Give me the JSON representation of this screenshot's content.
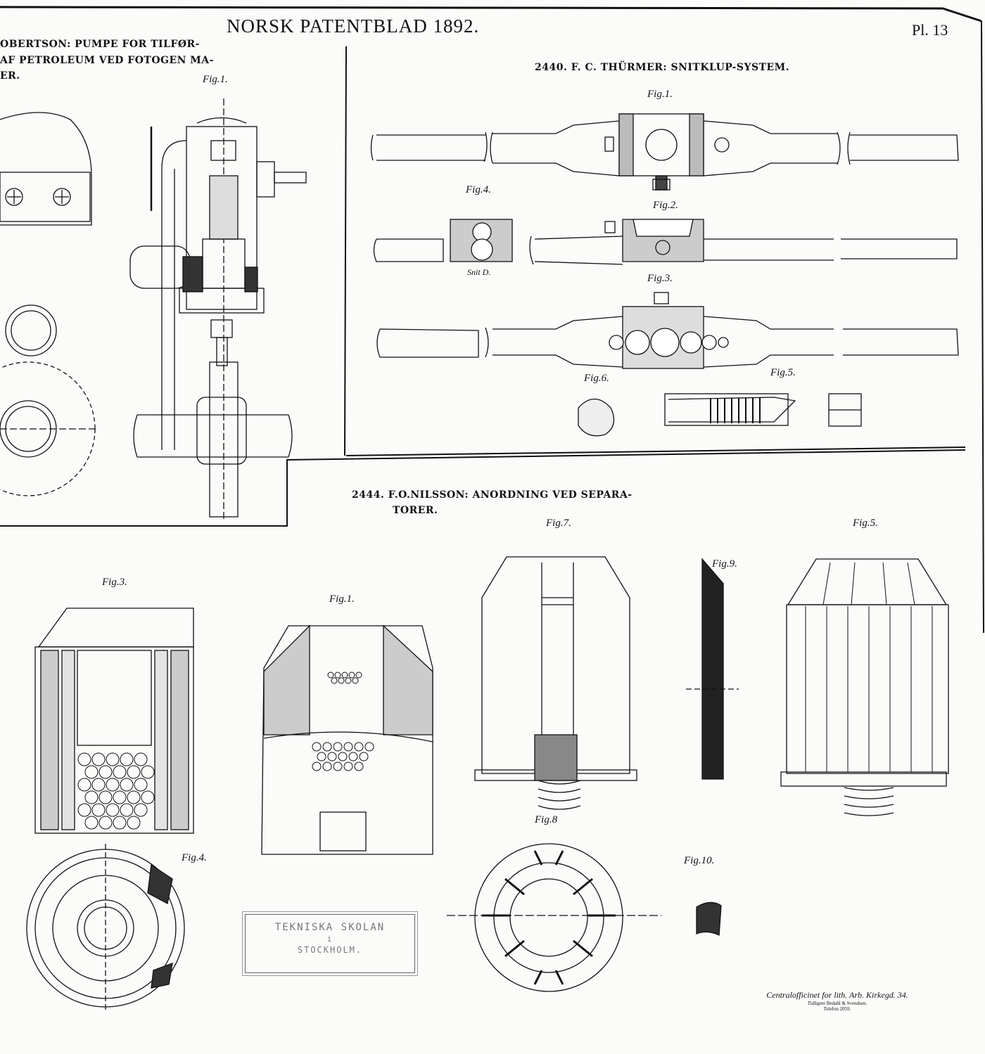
{
  "header": {
    "title": "NORSK PATENTBLAD 1892.",
    "plate": "Pl. 13"
  },
  "panels": {
    "robertson": {
      "caption_line1": "OBERTSON: PUMPE FOR TILFØR-",
      "caption_line2": "AF PETROLEUM VED FOTOGEN MA-",
      "caption_line3": "ER.",
      "fig1": "Fig.1."
    },
    "thurmer": {
      "caption": "2440. F. C. THÜRMER: SNITKLUP-SYSTEM.",
      "fig1": "Fig.1.",
      "fig2": "Fig.2.",
      "fig3": "Fig.3.",
      "fig4": "Fig.4.",
      "fig5": "Fig.5.",
      "fig6": "Fig.6.",
      "snit": "Snit D."
    },
    "nilsson": {
      "caption_line1": "2444. F.O.NILSSON: ANORDNING VED SEPARA-",
      "caption_line2": "TORER.",
      "fig1": "Fig.1.",
      "fig3": "Fig.3.",
      "fig4": "Fig.4.",
      "fig5": "Fig.5.",
      "fig7": "Fig.7.",
      "fig8": "Fig.8",
      "fig9": "Fig.9.",
      "fig10": "Fig.10."
    }
  },
  "stamp": {
    "line1": "TEKNISKA SKOLAN",
    "line2": "i",
    "line3": "STOCKHOLM."
  },
  "imprint": {
    "line1": "Centralofficinet for lith. Arb. Kirkegd. 34.",
    "line2": "Tidligere Bedahl & Svendsen.",
    "line3": "Telefon 2059."
  }
}
